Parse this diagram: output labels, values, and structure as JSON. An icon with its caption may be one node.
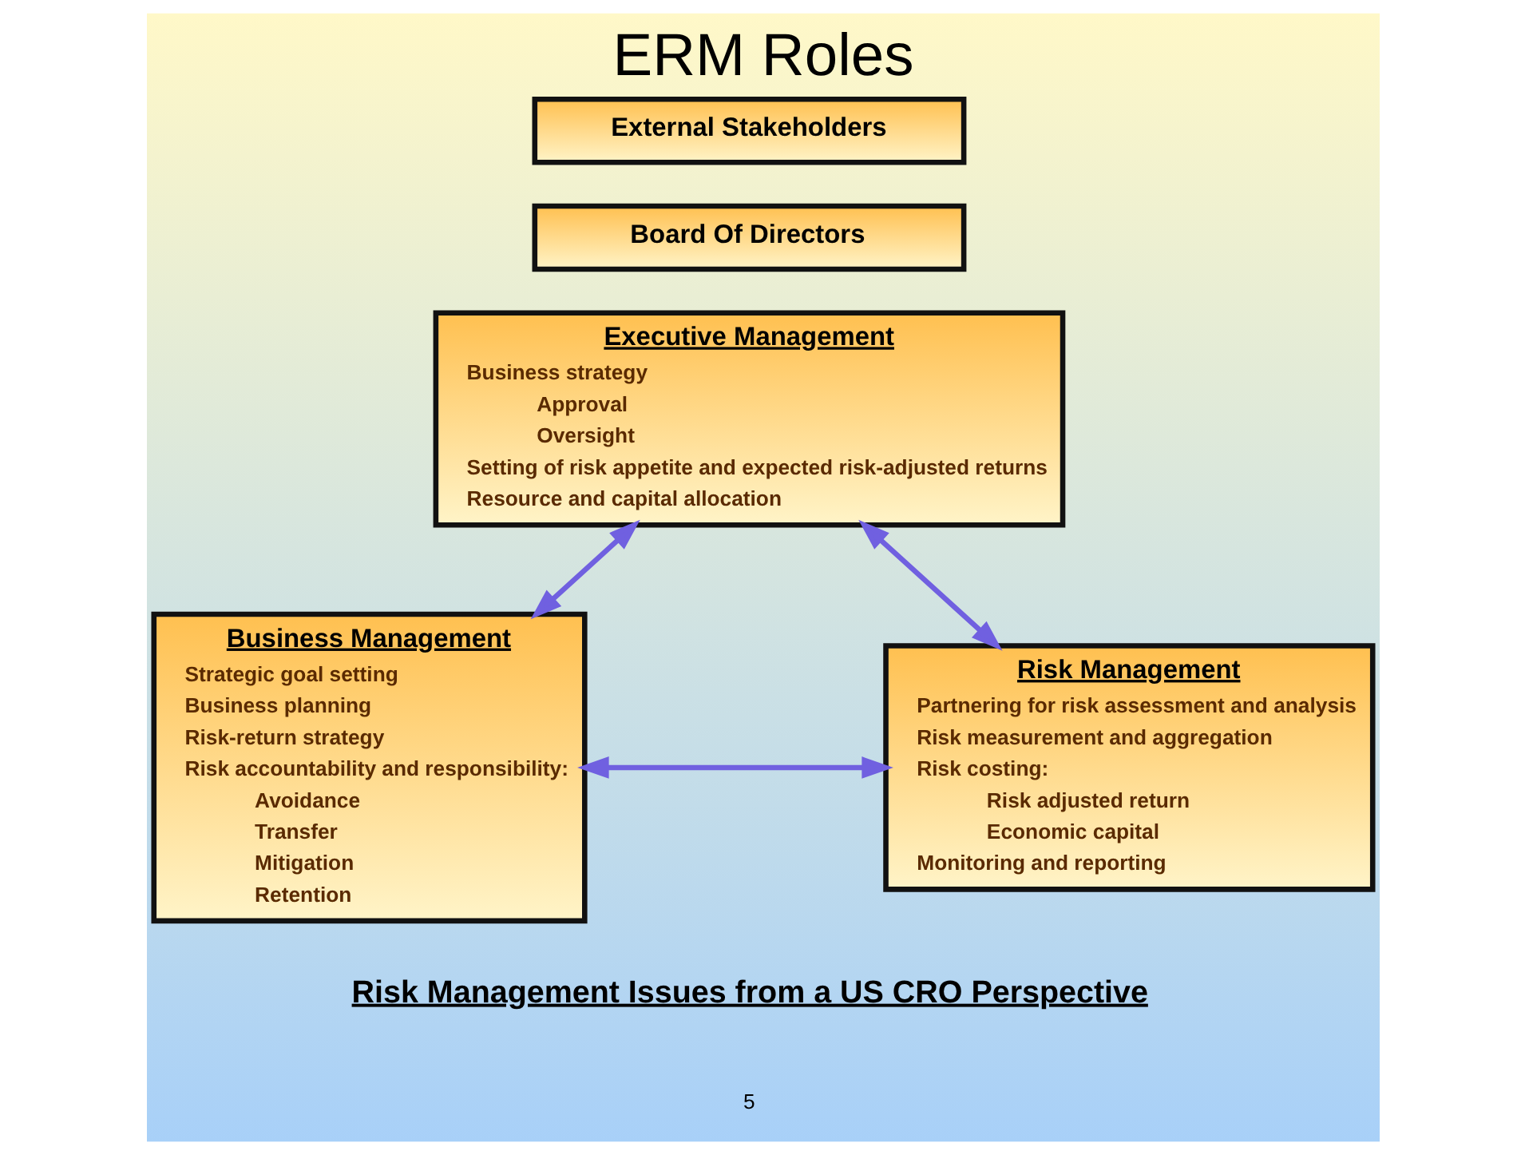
{
  "diagram": {
    "title": "ERM Roles",
    "caption": "Risk Management Issues from a US CRO Perspective",
    "nodes": [
      {
        "text": [
          "External Stakeholders"
        ]
      },
      {
        "text": [
          "Board Of Directors"
        ]
      },
      {
        "text": [
          "Executive Management",
          "Business strategy",
          "Approval",
          "Oversight",
          "Setting of risk appetite and expected risk-adjusted returns",
          "Resource and capital allocation"
        ]
      },
      {
        "text": [
          "Business Management",
          "Strategic goal setting",
          "Business planning",
          "Risk-return strategy",
          "Risk accountability and responsibility:",
          "Avoidance",
          "Transfer",
          "Mitigation",
          "Retention"
        ]
      },
      {
        "text": [
          "Risk Management",
          "Partnering for risk assessment and analysis",
          "Risk measurement and aggregation",
          "Risk costing:",
          "Risk adjusted return",
          "Economic capital",
          "Monitoring and reporting"
        ]
      }
    ],
    "edges": [
      {
        "from": 2,
        "to": 3,
        "arrow": "both"
      },
      {
        "from": 2,
        "to": 4,
        "arrow": "both"
      },
      {
        "from": 3,
        "to": 4,
        "arrow": "both"
      }
    ],
    "labels": [
      "5"
    ]
  }
}
